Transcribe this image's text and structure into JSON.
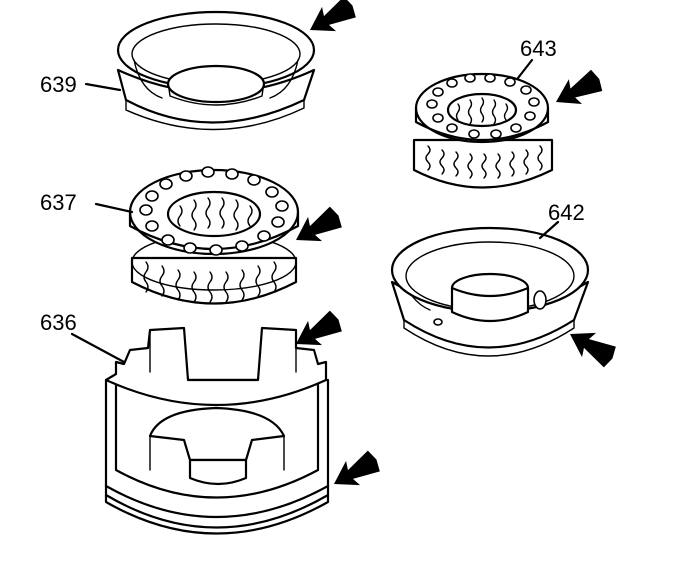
{
  "labels": {
    "p639": "639",
    "p643": "643",
    "p637": "637",
    "p642": "642",
    "p636": "636"
  },
  "colors": {
    "line": "#000000",
    "background": "#ffffff"
  }
}
